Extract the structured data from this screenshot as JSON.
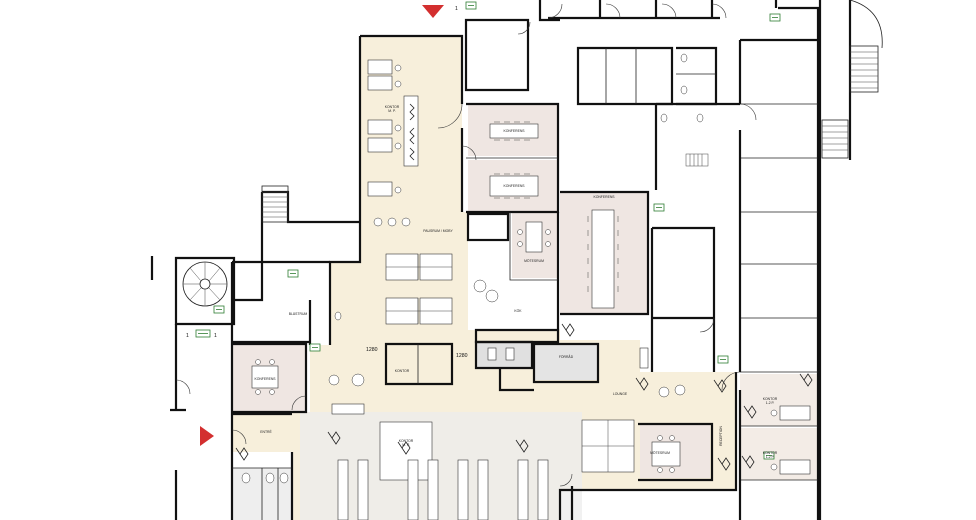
{
  "rooms": {
    "kontor_top": "KONTOR\nM. P.",
    "konferens_1": "KONFERENS",
    "konferens_2": "KONFERENS",
    "konferens_3": "KONFERENS",
    "konferens_west": "KONFERENS",
    "pausrum": "PAUSRUM / MOBY",
    "motesrum_1": "MÖTESRUM",
    "motesrum_2": "MÖTESRUM",
    "kok": "KÖK",
    "kontor_center": "KONTOR\nM. P.",
    "kontor_small": "KONTOR",
    "forrad": "FÖRRÅD",
    "lounge": "LOUNGE",
    "entre": "ENTRÉ",
    "blastrum": "BLÄSTRUM",
    "kontor_east_1": "KONTOR\n1-2 P.",
    "kontor_east_2": "KONTOR\n1-2 P.",
    "reception": "RECEPTION"
  },
  "dimensions": {
    "d1": "1280",
    "d2": "1280"
  },
  "markers": {
    "top_door_label": "1",
    "west_a": "1",
    "west_b": "1"
  },
  "colors": {
    "floor_beige": "#f7efdb",
    "floor_grey": "#ececec",
    "room_pink": "#efe6e2",
    "room_lavender": "#ebe3e8",
    "arrow_red": "#d32f2f",
    "exit_green": "#2e7d32"
  },
  "icons": [
    "entry-arrow-icon",
    "emergency-exit-icon",
    "spiral-stair-icon",
    "plant-icon",
    "sink-icon",
    "wc-icon",
    "elevator-icon"
  ]
}
